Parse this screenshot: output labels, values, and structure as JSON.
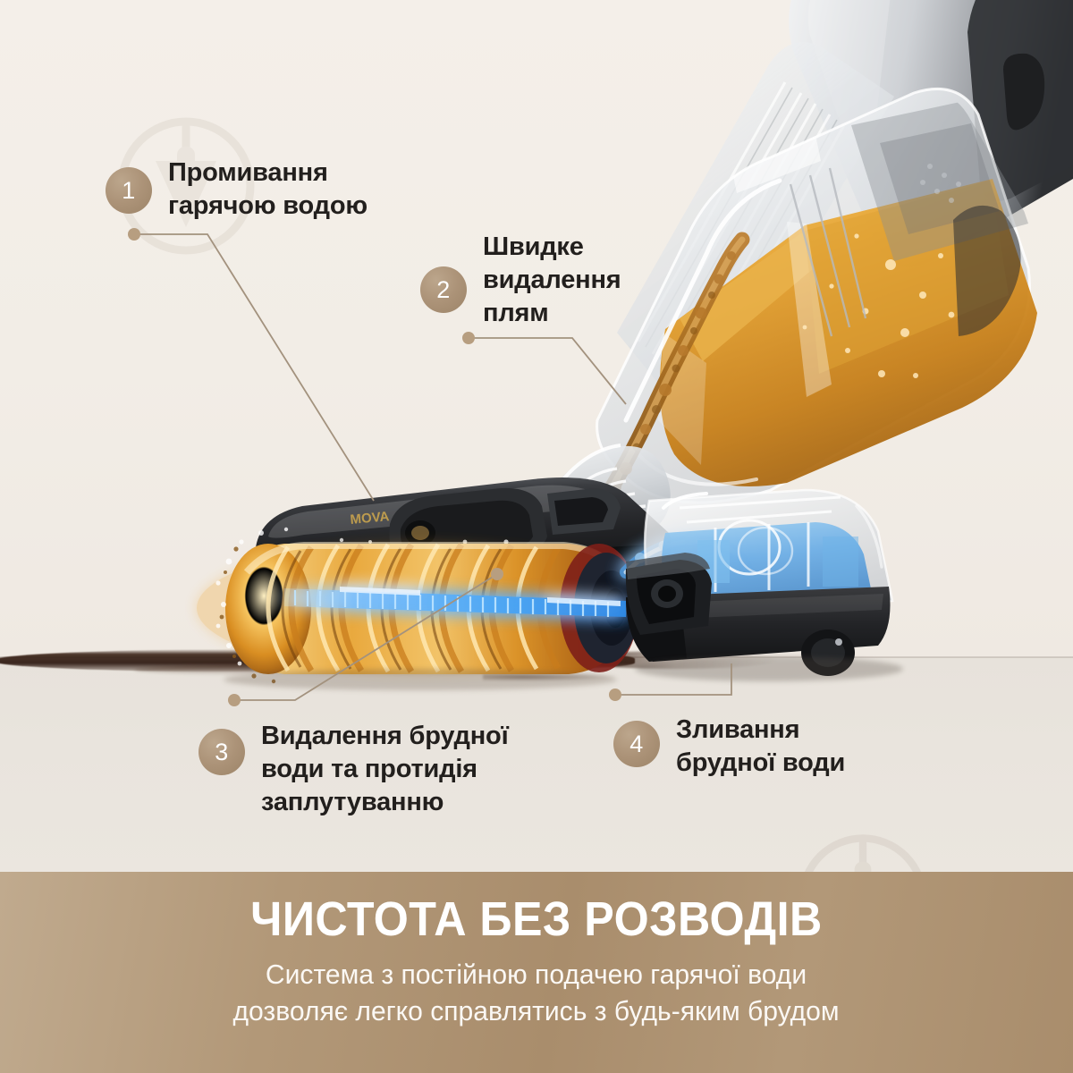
{
  "scene": {
    "background_color": "#F2EDE7",
    "floor_color": "#E8E3DC",
    "accent_color": "#A98D6C",
    "badge_color": "#AC9378",
    "text_color": "#221F1D",
    "leader_line_color": "#A3927E"
  },
  "product": {
    "name": "cordless-wet-dry-vacuum",
    "brand_mark": "MOVA",
    "body_color": "#B9BCC0",
    "dirty_water_color": "#D99A2B",
    "clean_water_color": "#5AA6E0",
    "brush_glow_color": "#F0A62A",
    "comb_glow_color": "#4FA8F5",
    "base_color": "#2B2B2D"
  },
  "callouts": [
    {
      "number": "1",
      "text": "Промивання\nгарячою водою"
    },
    {
      "number": "2",
      "text": "Швидке\nвидалення\nплям"
    },
    {
      "number": "3",
      "text": "Видалення брудної\nводи та протидія\nзаплутуванню"
    },
    {
      "number": "4",
      "text": "Зливання\nбрудної води"
    }
  ],
  "banner": {
    "title": "ЧИСТОТА БЕЗ РОЗВОДІВ",
    "subtitle": "Система з постійною подачею гарячої води\nдозволяє легко справлятись з будь-яким брудом",
    "background_start": "#C0AA8E",
    "background_end": "#A98D6C"
  },
  "watermarks": [
    {
      "name": "shop-logo-watermark",
      "position": "upper-left"
    },
    {
      "name": "shop-logo-watermark",
      "position": "lower-right"
    }
  ]
}
